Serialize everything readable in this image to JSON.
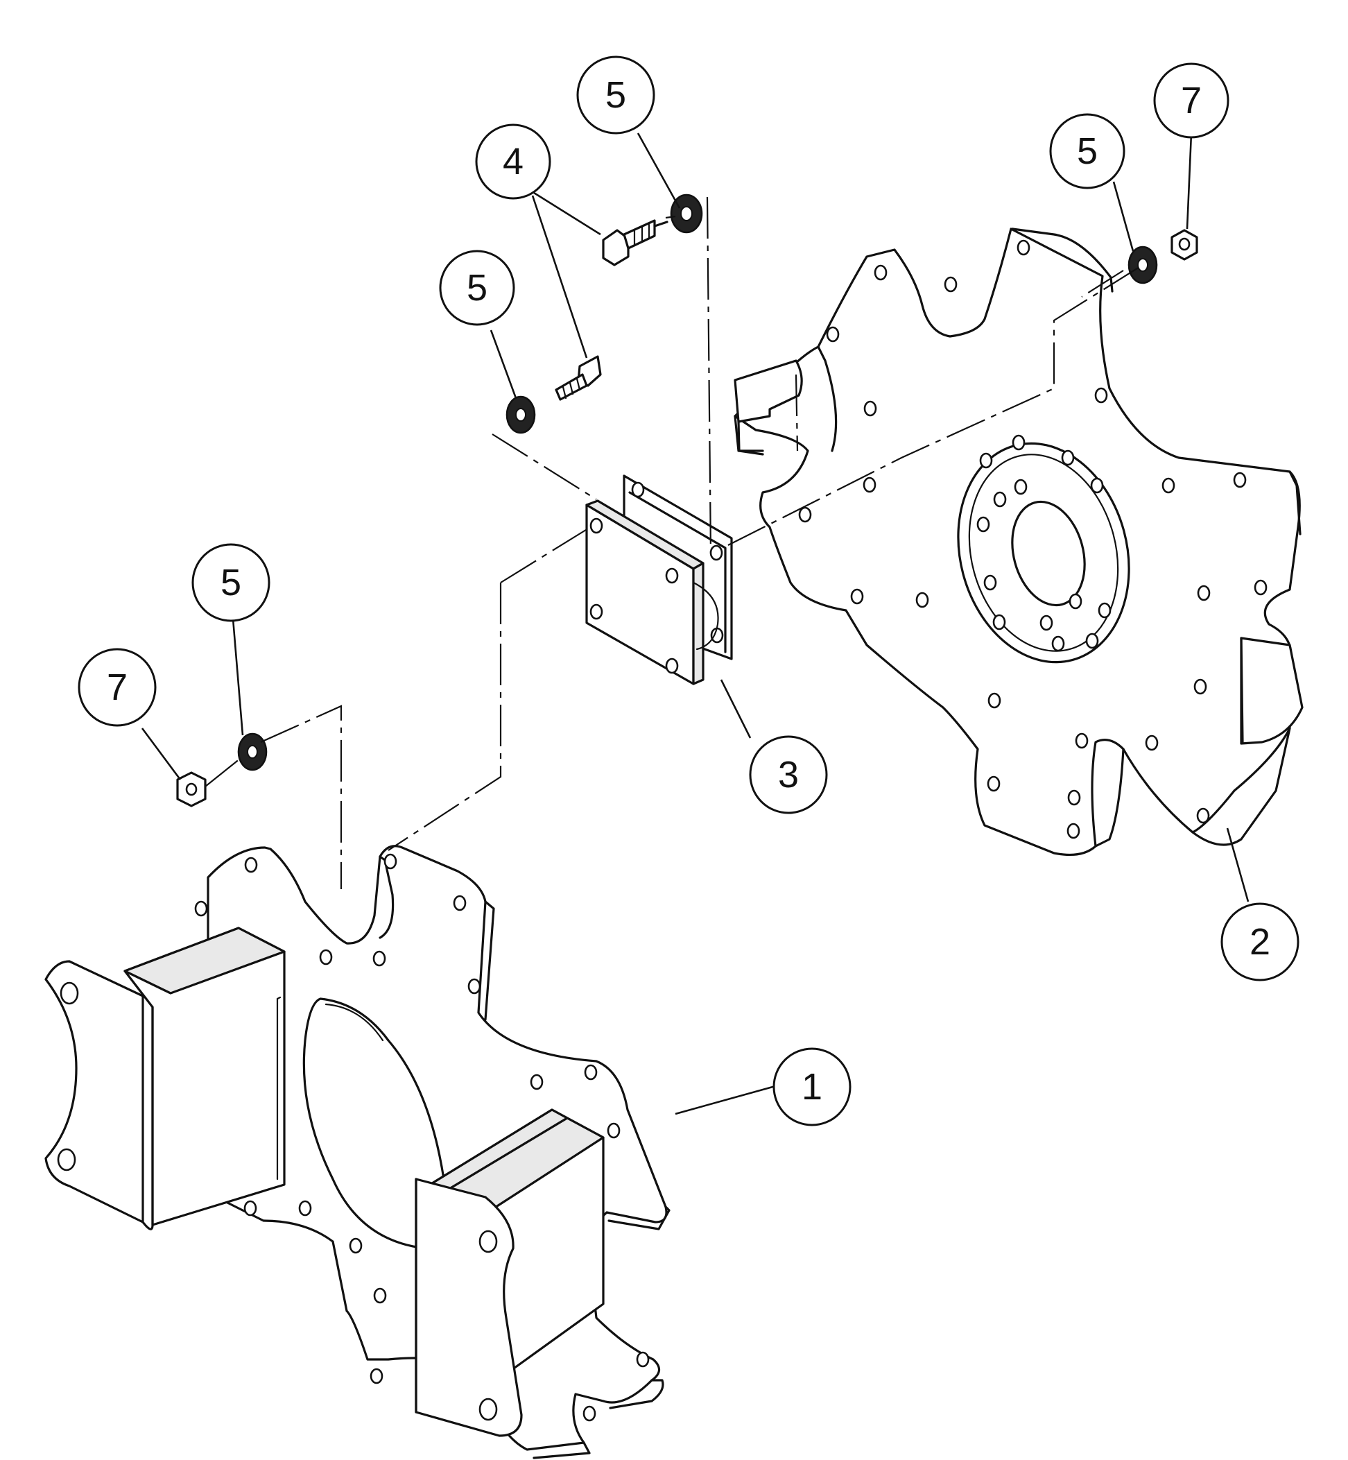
{
  "diagram": {
    "callouts": [
      {
        "id": "c5a",
        "label": "5"
      },
      {
        "id": "c7a",
        "label": "7"
      },
      {
        "id": "c4",
        "label": "4"
      },
      {
        "id": "c5b",
        "label": "5"
      },
      {
        "id": "c5c",
        "label": "5"
      },
      {
        "id": "c5d",
        "label": "5"
      },
      {
        "id": "c7b",
        "label": "7"
      },
      {
        "id": "c3",
        "label": "3"
      },
      {
        "id": "c2",
        "label": "2"
      },
      {
        "id": "c1",
        "label": "1"
      }
    ]
  }
}
